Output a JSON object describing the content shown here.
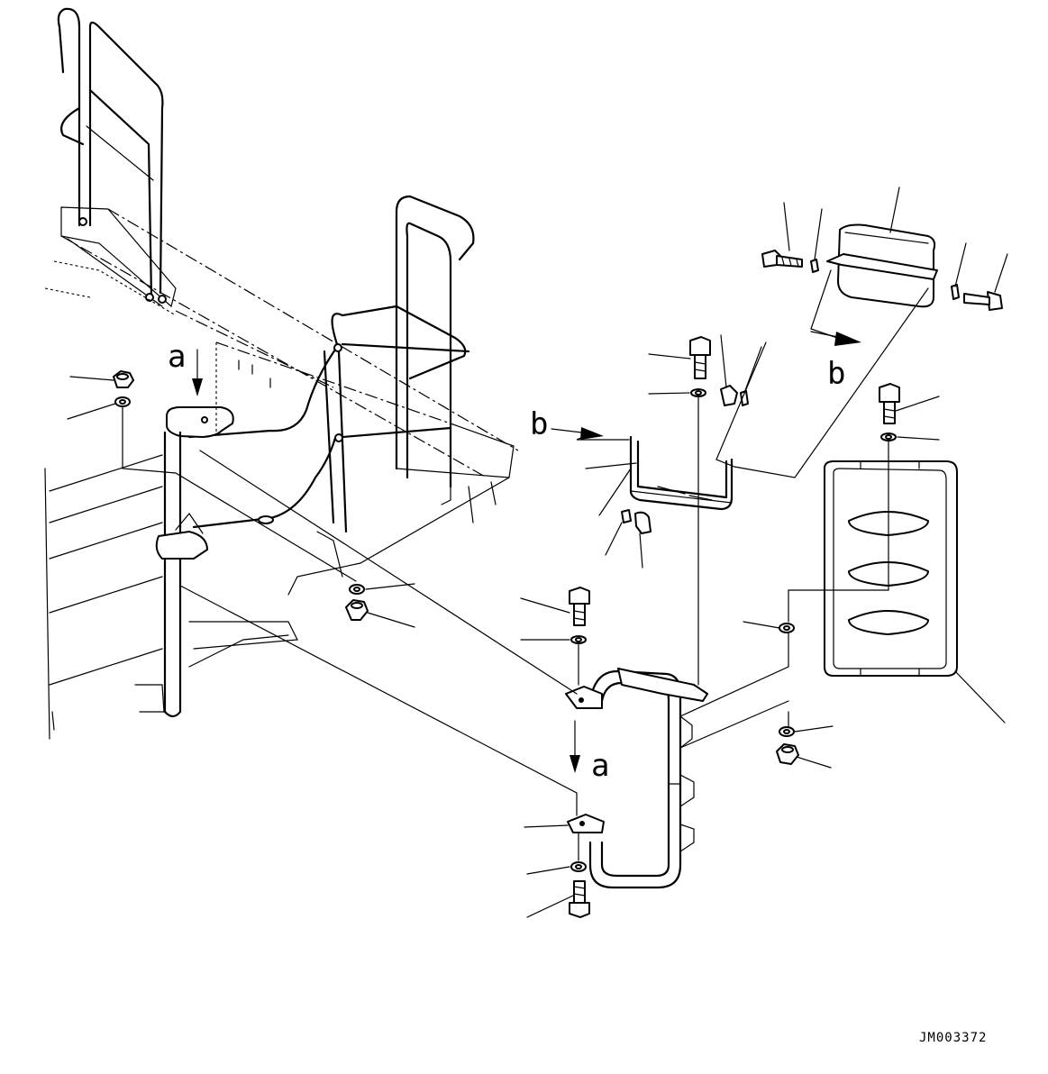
{
  "drawing": {
    "view_label_a": "a",
    "view_label_b": "b",
    "drawing_number": "JM003372"
  }
}
